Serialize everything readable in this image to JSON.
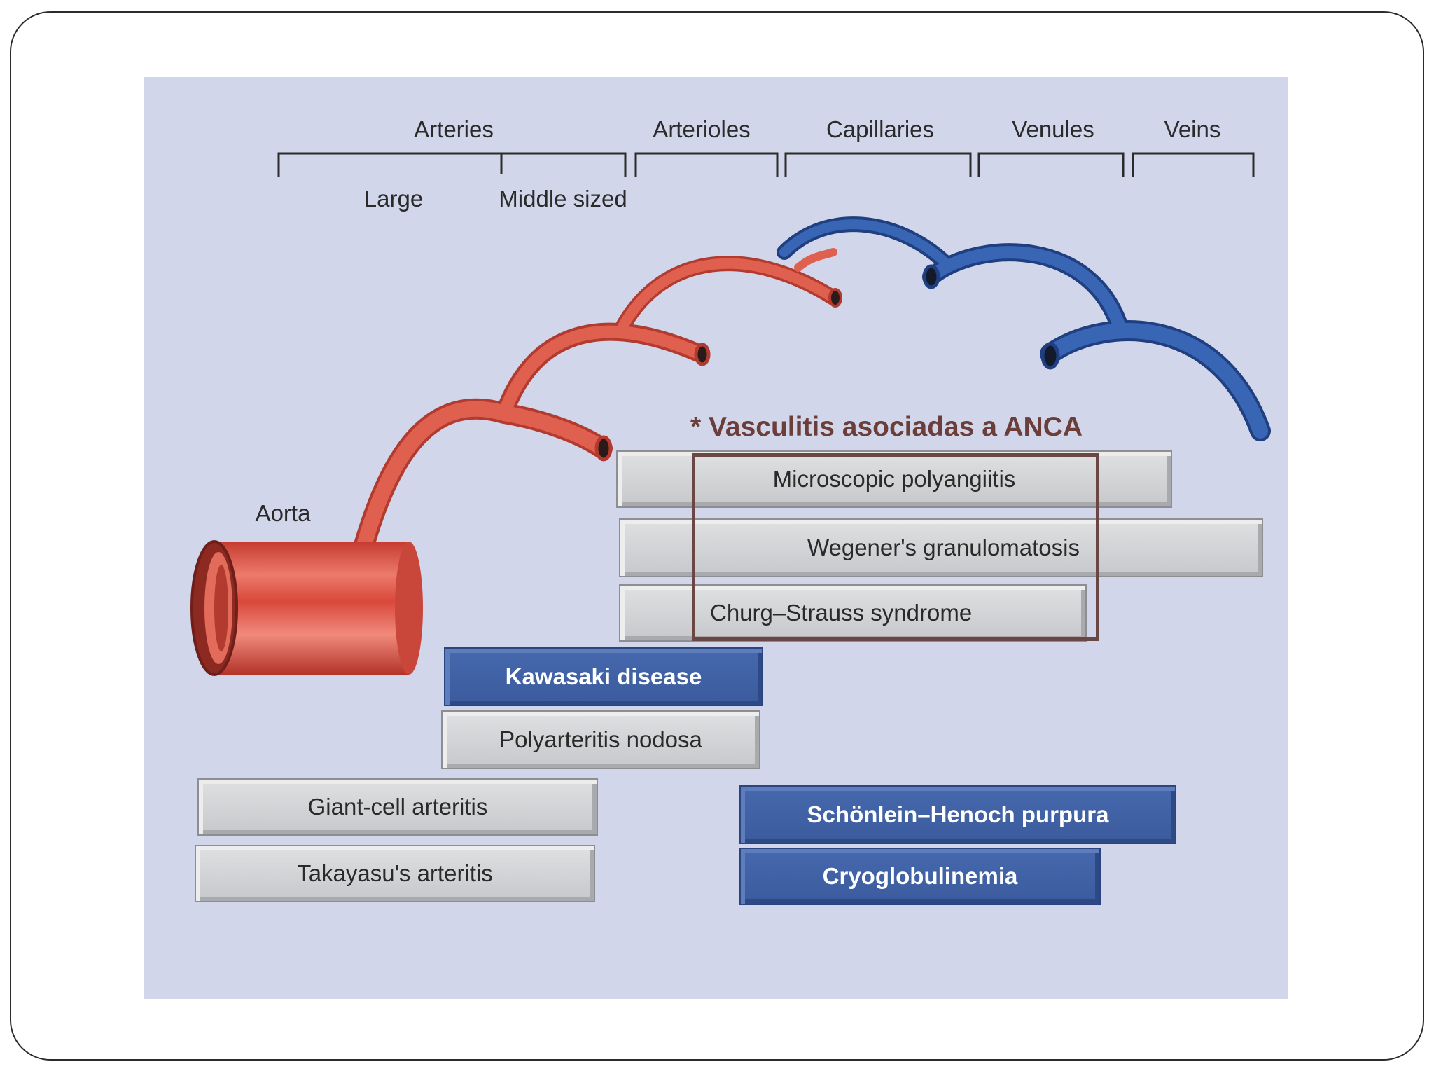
{
  "headers": {
    "arteries": "Arteries",
    "arterioles": "Arterioles",
    "capillaries": "Capillaries",
    "venules": "Venules",
    "veins": "Veins",
    "large": "Large",
    "middle_sized": "Middle sized"
  },
  "aorta_label": "Aorta",
  "anca_title": "* Vasculitis asociadas a ANCA",
  "diseases": {
    "microscopic_polyangiitis": "Microscopic polyangiitis",
    "wegeners": "Wegener's granulomatosis",
    "churg_strauss": "Churg–Strauss syndrome",
    "kawasaki": "Kawasaki disease",
    "polyarteritis": "Polyarteritis nodosa",
    "giant_cell": "Giant-cell arteritis",
    "takayasu": "Takayasu's arteritis",
    "schonlein": "Schönlein–Henoch purpura",
    "cryoglobulinemia": "Cryoglobulinemia"
  },
  "colors": {
    "panel_bg": "#d1d6ea",
    "artery_red": "#d9483b",
    "vein_blue": "#2e5aa8",
    "blue_box": "#4266ab",
    "gray_box": "#d3d4d7",
    "anca_accent": "#6b3e3a"
  }
}
